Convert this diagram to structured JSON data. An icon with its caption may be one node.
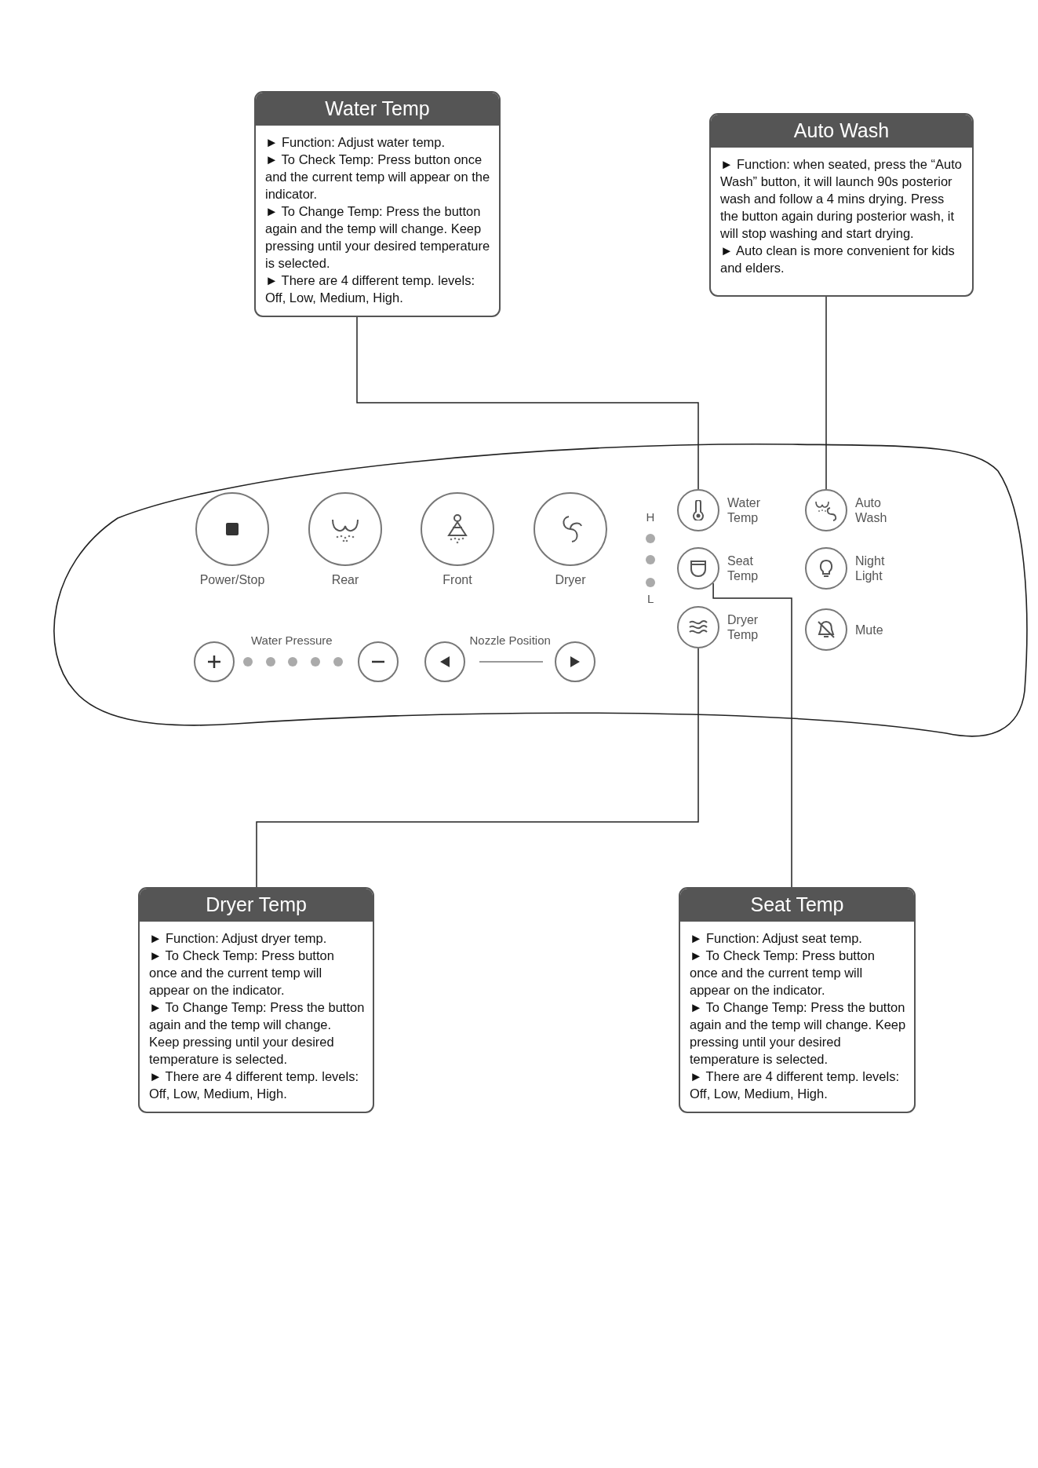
{
  "diagram": {
    "nodes": [
      {
        "text": [
          "Water Temp",
          "► Function: Adjust water temp.",
          "► To Check Temp: Press button once and the current temp will appear on the indicator.",
          "► To Change Temp: Press the button again and the temp will change. Keep pressing until your desired temperature is selected.",
          "► There are 4 different temp. levels: Off, Low, Medium, High."
        ]
      },
      {
        "text": [
          "Auto Wash",
          "► Function: when seated, press the “Auto Wash” button, it will launch 90s posterior wash and follow a 4 mins drying. Press the button again during posterior wash, it will stop washing and start drying.",
          "► Auto clean is more convenient for kids and elders."
        ]
      },
      {
        "text": [],
        "shape": "circle",
        "beside": [
          "Power/Stop"
        ]
      },
      {
        "text": [],
        "shape": "circle",
        "beside": [
          "Rear"
        ]
      },
      {
        "text": [],
        "shape": "circle",
        "beside": [
          "Front"
        ]
      },
      {
        "text": [],
        "shape": "circle",
        "beside": [
          "Dryer"
        ]
      },
      {
        "text": [],
        "shape": "circle",
        "beside": [
          "Water Temp"
        ]
      },
      {
        "text": [],
        "shape": "circle",
        "beside": [
          "Auto Wash"
        ]
      },
      {
        "text": [],
        "shape": "circle",
        "beside": [
          "Seat Temp"
        ]
      },
      {
        "text": [],
        "shape": "circle",
        "beside": [
          "Night Light"
        ]
      },
      {
        "text": [],
        "shape": "circle",
        "beside": [
          "Dryer Temp"
        ]
      },
      {
        "text": [],
        "shape": "circle",
        "beside": [
          "Mute"
        ]
      },
      {
        "text": [],
        "shape": "circle"
      },
      {
        "text": [],
        "shape": "circle"
      },
      {
        "text": [],
        "shape": "circle"
      },
      {
        "text": [],
        "shape": "circle"
      },
      {
        "text": [
          "Dryer Temp",
          "► Function: Adjust dryer temp.",
          "► To Check Temp: Press button once and the current temp will appear on the indicator.",
          "► To Change Temp: Press the button again and the temp will change. Keep pressing until your desired temperature is selected.",
          "► There are 4 different temp. levels: Off, Low, Medium, High."
        ]
      },
      {
        "text": [
          "Seat Temp",
          "► Function: Adjust seat temp.",
          "► To Check Temp: Press button once and the current temp will appear on the indicator.",
          "► To Change Temp: Press the button again and the temp will change. Keep pressing until your desired temperature is selected.",
          "► There are 4 different temp. levels: Off, Low, Medium, High."
        ]
      }
    ],
    "edges": [
      {
        "from": 0,
        "to": 6,
        "arrow": "none"
      },
      {
        "from": 1,
        "to": 7,
        "arrow": "none"
      },
      {
        "from": 10,
        "to": 16,
        "arrow": "none"
      },
      {
        "from": 8,
        "to": 17,
        "arrow": "none"
      }
    ],
    "labels": [
      "H",
      "L",
      "Water Pressure",
      "Nozzle Position"
    ]
  }
}
